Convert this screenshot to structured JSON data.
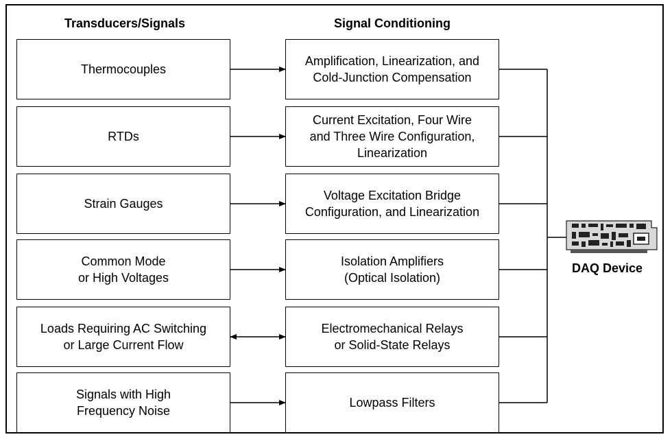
{
  "headers": {
    "transducers": "Transducers/Signals",
    "conditioning": "Signal Conditioning"
  },
  "rows": [
    {
      "transducer": "Thermocouples",
      "conditioning": "Amplification, Linearization, and\nCold-Junction Compensation",
      "arrow": "right"
    },
    {
      "transducer": "RTDs",
      "conditioning": "Current Excitation, Four Wire\nand Three Wire Configuration,\nLinearization",
      "arrow": "right"
    },
    {
      "transducer": "Strain Gauges",
      "conditioning": "Voltage Excitation Bridge\nConfiguration, and Linearization",
      "arrow": "right"
    },
    {
      "transducer": "Common Mode\nor High Voltages",
      "conditioning": "Isolation Amplifiers\n(Optical Isolation)",
      "arrow": "right"
    },
    {
      "transducer": "Loads Requiring AC Switching\nor Large Current Flow",
      "conditioning": "Electromechanical Relays\nor Solid-State Relays",
      "arrow": "both"
    },
    {
      "transducer": "Signals with High\nFrequency Noise",
      "conditioning": "Lowpass Filters",
      "arrow": "right"
    }
  ],
  "device": {
    "label": "DAQ Device",
    "icon": "daq-board-icon"
  }
}
